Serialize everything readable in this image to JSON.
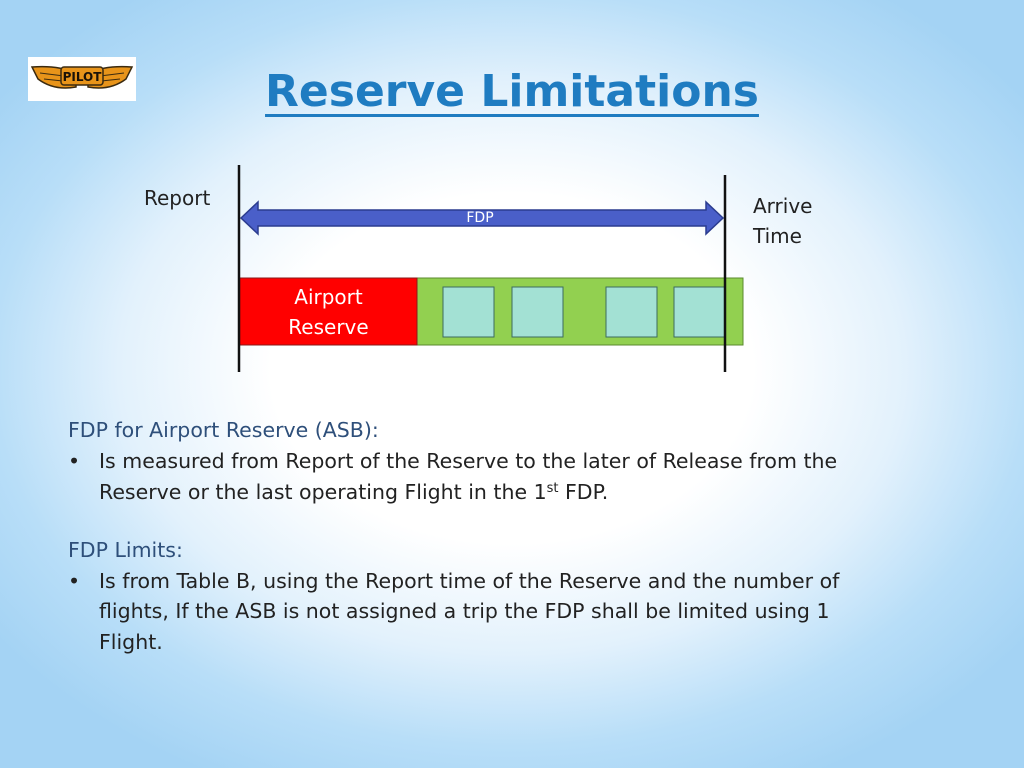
{
  "logo": {
    "text": "PILOT"
  },
  "title": "Reserve Limitations",
  "diagram": {
    "report_label": "Report",
    "arrive_label_line1": "Arrive",
    "arrive_label_line2": "Time",
    "fdp_label": "FDP",
    "airport_reserve_line1": "Airport",
    "airport_reserve_line2": "Reserve",
    "flight_boxes": 4,
    "colors": {
      "arrow": "#4a5fc9",
      "reserve": "#ff0000",
      "flights_bar": "#92d050",
      "flight_box": "#a3e1d4"
    }
  },
  "sections": [
    {
      "heading": "FDP for Airport Reserve (ASB):",
      "bullet": "•",
      "lines": [
        "Is measured from Report of the Reserve to the later of Release from the",
        "Reserve or the last operating Flight in the 1"
      ],
      "superscript": "st",
      "line_suffix": " FDP."
    },
    {
      "heading": "FDP Limits:",
      "bullet": "•",
      "lines": [
        "Is from Table B, using the Report time of the Reserve and the number of",
        "flights, If the ASB is not assigned a trip the FDP shall be limited using 1",
        "Flight."
      ]
    }
  ]
}
